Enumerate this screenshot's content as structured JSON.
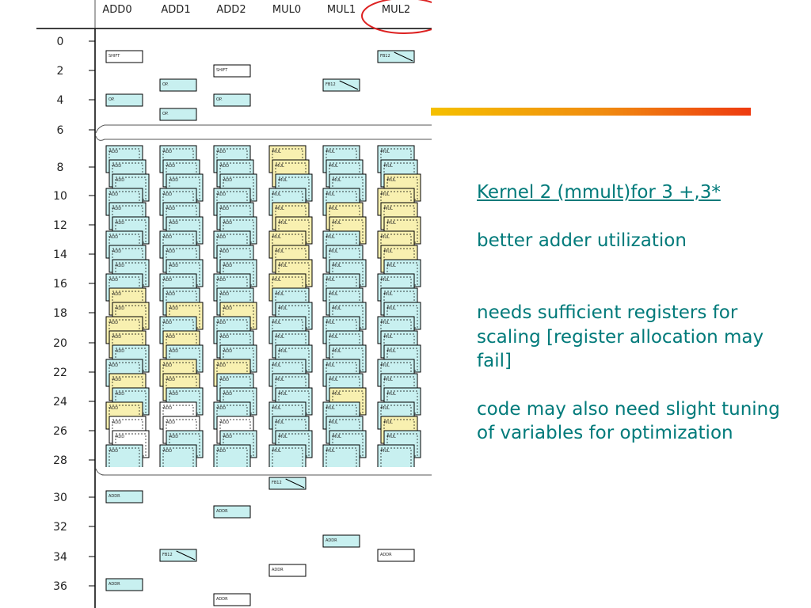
{
  "diagram": {
    "units": [
      "ADD0",
      "ADD1",
      "ADD2",
      "MUL0",
      "MUL1",
      "MUL2"
    ],
    "highlighted_unit": "MUL2",
    "highlight_color": "#dd2222",
    "time_labels": [
      "0",
      "2",
      "4",
      "6",
      "8",
      "10",
      "12",
      "14",
      "16",
      "18",
      "20",
      "22",
      "24",
      "26",
      "28",
      "30",
      "32",
      "34",
      "36"
    ],
    "colors": {
      "add_block": "#c8f0f0",
      "mul_block": "#f8f0b0",
      "blank_block": "#ffffff",
      "border": "#000000"
    },
    "block_tags": {
      "prolog": "SHIFT",
      "load": "OP.",
      "branch": "FB12",
      "epilog": "ADDR"
    }
  },
  "notes": {
    "title": "Kernel 2 (mmult)for 3 +,3*",
    "point1": "better adder utilization",
    "point2": "needs sufficient registers for scaling [register allocation may fail]",
    "point3": "code may also need slight tuning of variables for optimization"
  }
}
